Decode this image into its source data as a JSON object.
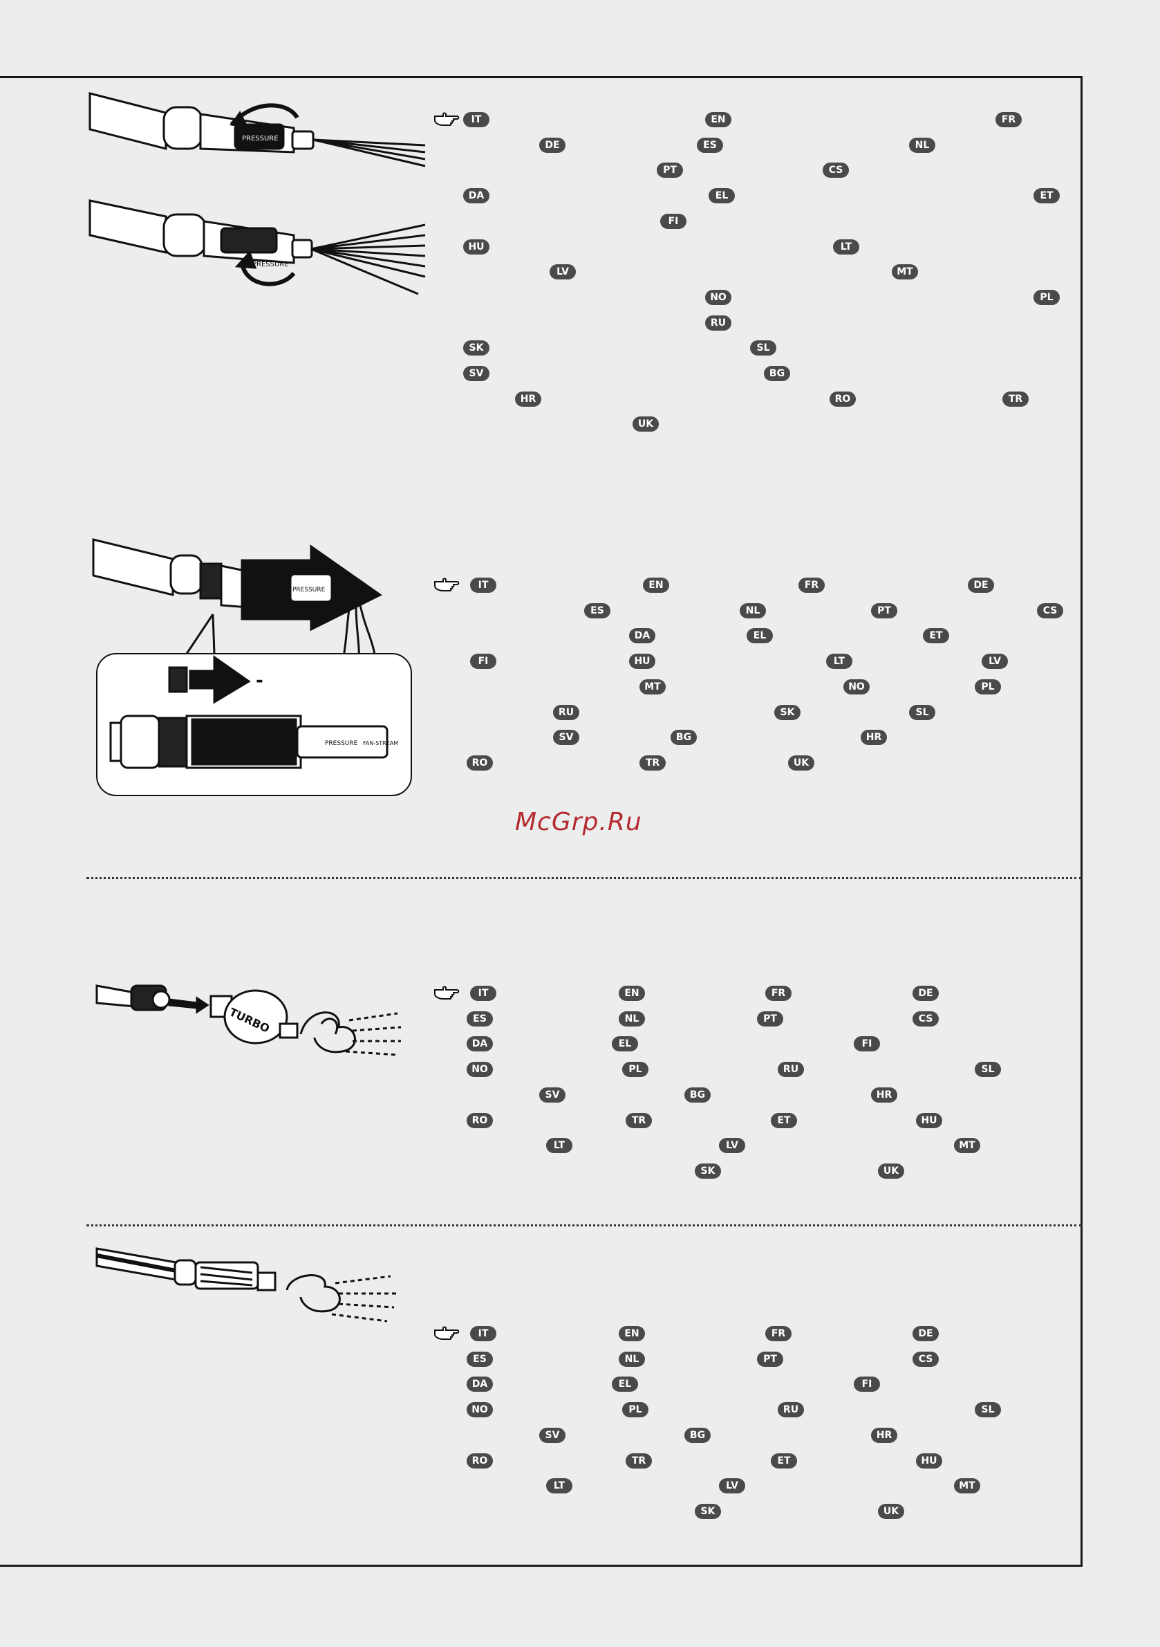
{
  "watermark": "McGrp.Ru",
  "inset_label": "-",
  "illustration_labels": {
    "pressure": "PRESSURE",
    "turbo": "TURBO",
    "fan_stream": "FAN-STREAM"
  },
  "sections": [
    {
      "id": "s1",
      "rows": [
        [
          "IT",
          "EN",
          "FR"
        ],
        [
          "DE",
          "ES",
          "NL"
        ],
        [
          "PT",
          "CS"
        ],
        [
          "DA",
          "EL",
          "ET"
        ],
        [
          "FI"
        ],
        [
          "HU",
          "LT"
        ],
        [
          "LV",
          "MT"
        ],
        [
          "NO",
          "PL"
        ],
        [
          "RU"
        ],
        [
          "SK",
          "SL"
        ],
        [
          "SV",
          "BG"
        ],
        [
          "HR",
          "RO",
          "TR"
        ],
        [
          "UK"
        ]
      ]
    },
    {
      "id": "s2",
      "rows": [
        [
          "IT",
          "EN",
          "FR",
          "DE"
        ],
        [
          "ES",
          "NL",
          "PT",
          "CS"
        ],
        [
          "DA",
          "EL",
          "ET"
        ],
        [
          "FI",
          "HU",
          "LT",
          "LV"
        ],
        [
          "MT",
          "NO",
          "PL"
        ],
        [
          "RU",
          "SK",
          "SL"
        ],
        [
          "SV",
          "BG",
          "HR"
        ],
        [
          "RO",
          "TR",
          "UK"
        ]
      ]
    },
    {
      "id": "s3",
      "rows": [
        [
          "IT",
          "EN",
          "FR",
          "DE"
        ],
        [
          "ES",
          "NL",
          "PT",
          "CS"
        ],
        [
          "DA",
          "EL",
          "FI"
        ],
        [
          "NO",
          "PL",
          "RU",
          "SL"
        ],
        [
          "SV",
          "BG",
          "HR"
        ],
        [
          "RO",
          "TR",
          "ET",
          "HU"
        ],
        [
          "LT",
          "LV",
          "MT"
        ],
        [
          "SK",
          "UK"
        ]
      ]
    },
    {
      "id": "s4",
      "rows": [
        [
          "IT",
          "EN",
          "FR",
          "DE"
        ],
        [
          "ES",
          "NL",
          "PT",
          "CS"
        ],
        [
          "DA",
          "EL",
          "FI"
        ],
        [
          "NO",
          "PL",
          "RU",
          "SL"
        ],
        [
          "SV",
          "BG",
          "HR"
        ],
        [
          "RO",
          "TR",
          "ET",
          "HU"
        ],
        [
          "LT",
          "LV",
          "MT"
        ],
        [
          "SK",
          "UK"
        ]
      ]
    }
  ]
}
